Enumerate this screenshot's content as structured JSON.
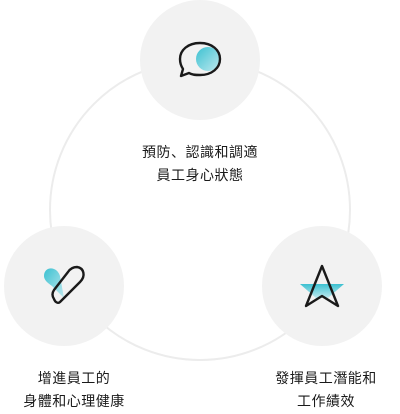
{
  "colors": {
    "accent": "#3cc1d1",
    "accent_light": "#bfe9ef",
    "circle_bg": "#f2f2f2",
    "ring": "#ececec",
    "icon_stroke": "#1a1a1a"
  },
  "items": [
    {
      "icon": "speech-bubble-icon",
      "lines": [
        "預防、認識和調適",
        "員工身心狀態"
      ]
    },
    {
      "icon": "heart-icon",
      "lines": [
        "增進員工的",
        "身體和心理健康"
      ]
    },
    {
      "icon": "arrow-up-icon",
      "lines": [
        "發揮員工潛能和",
        "工作績效"
      ]
    }
  ]
}
